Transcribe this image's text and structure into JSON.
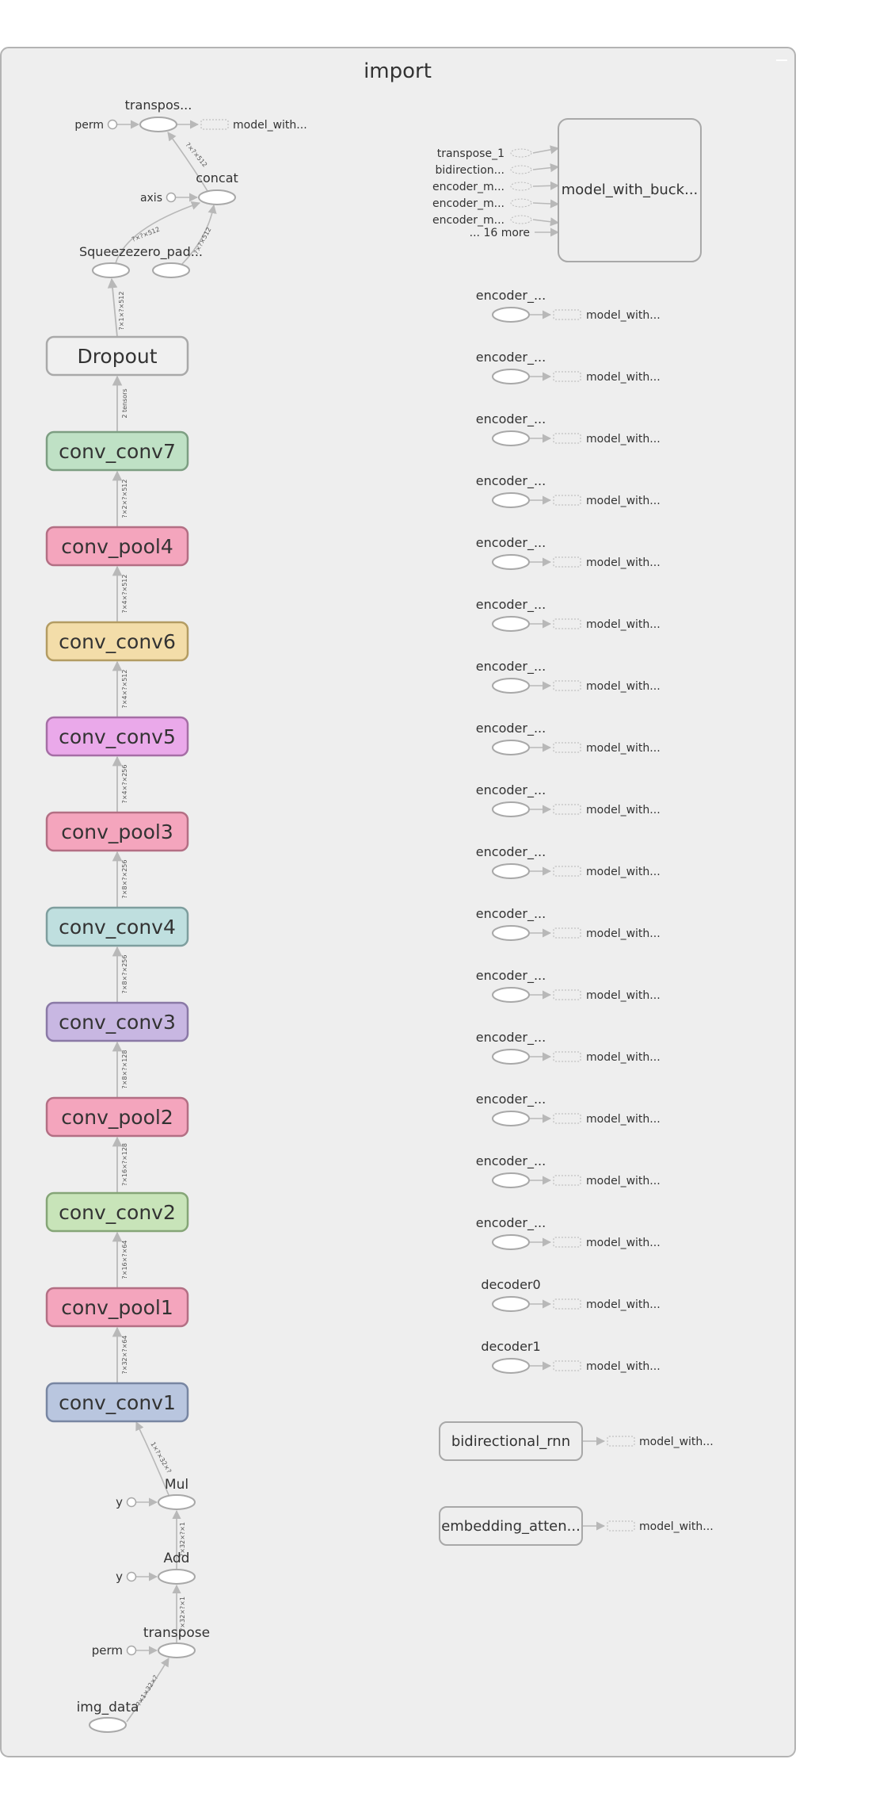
{
  "title": "import",
  "colors": {
    "canvas": "#eeeeee",
    "border": "#b3b3b3",
    "edge": "#b8b8b8",
    "text": "#333333"
  },
  "conv_stack": [
    {
      "label": "Dropout",
      "fill": "#f0f0f0",
      "stroke": "#a9a9a9"
    },
    {
      "label": "conv_conv7",
      "fill": "#bfe1c5",
      "stroke": "#7d9e82"
    },
    {
      "label": "conv_pool4",
      "fill": "#f4a5bd",
      "stroke": "#b36f84"
    },
    {
      "label": "conv_conv6",
      "fill": "#f3dda9",
      "stroke": "#b39c63"
    },
    {
      "label": "conv_conv5",
      "fill": "#eaa9ea",
      "stroke": "#a56ea5"
    },
    {
      "label": "conv_pool3",
      "fill": "#f4a5bd",
      "stroke": "#b36f84"
    },
    {
      "label": "conv_conv4",
      "fill": "#bfdfdf",
      "stroke": "#7e9e9e"
    },
    {
      "label": "conv_conv3",
      "fill": "#c8b7e2",
      "stroke": "#8a79a6"
    },
    {
      "label": "conv_pool2",
      "fill": "#f4a5bd",
      "stroke": "#b36f84"
    },
    {
      "label": "conv_conv2",
      "fill": "#c8e4b9",
      "stroke": "#85a577"
    },
    {
      "label": "conv_pool1",
      "fill": "#f4a5bd",
      "stroke": "#b36f84"
    },
    {
      "label": "conv_conv1",
      "fill": "#b9c6df",
      "stroke": "#7886a2"
    }
  ],
  "stack_edges": [
    "2 tensors",
    "?×2×?×512",
    "?×4×?×512",
    "?×4×?×512",
    "?×4×?×256",
    "?×8×?×256",
    "?×8×?×256",
    "?×8×?×128",
    "?×16×?×128",
    "?×16×?×64",
    "?×32×?×64"
  ],
  "top_nodes": {
    "transpose_label": "transpos...",
    "perm_label": "perm",
    "model_with_label": "model_with...",
    "concat_label": "concat",
    "axis_label": "axis",
    "squeeze_label": "Squeeze",
    "zero_pad_label": "zero_pad...",
    "edge_dropout_squeeze": "?×1×?×512",
    "edge_squeeze_concat": "?×?×512",
    "edge_pad_concat": "?×?×512",
    "edge_concat_transpose": "?×?×512"
  },
  "bottom_nodes": {
    "mul_label": "Mul",
    "mul_y": "y",
    "add_label": "Add",
    "add_y": "y",
    "transpose_label": "transpose",
    "perm_label": "perm",
    "img_label": "img_data",
    "edge_mul_conv1": "1×?×32×?",
    "edge_add_mul": "?×32×?×1",
    "edge_transpose_add": "?×32×?×1",
    "edge_img_transpose": "?×1×32×?"
  },
  "bucket": {
    "label": "model_with_buck...",
    "inputs": [
      "transpose_1",
      "bidirection...",
      "encoder_m...",
      "encoder_m...",
      "encoder_m..."
    ],
    "more": "... 16 more"
  },
  "placeholders": [
    {
      "label": "encoder_...",
      "out": "model_with..."
    },
    {
      "label": "encoder_...",
      "out": "model_with..."
    },
    {
      "label": "encoder_...",
      "out": "model_with..."
    },
    {
      "label": "encoder_...",
      "out": "model_with..."
    },
    {
      "label": "encoder_...",
      "out": "model_with..."
    },
    {
      "label": "encoder_...",
      "out": "model_with..."
    },
    {
      "label": "encoder_...",
      "out": "model_with..."
    },
    {
      "label": "encoder_...",
      "out": "model_with..."
    },
    {
      "label": "encoder_...",
      "out": "model_with..."
    },
    {
      "label": "encoder_...",
      "out": "model_with..."
    },
    {
      "label": "encoder_...",
      "out": "model_with..."
    },
    {
      "label": "encoder_...",
      "out": "model_with..."
    },
    {
      "label": "encoder_...",
      "out": "model_with..."
    },
    {
      "label": "encoder_...",
      "out": "model_with..."
    },
    {
      "label": "encoder_...",
      "out": "model_with..."
    },
    {
      "label": "encoder_...",
      "out": "model_with..."
    },
    {
      "label": "decoder0",
      "out": "model_with..."
    },
    {
      "label": "decoder1",
      "out": "model_with..."
    }
  ],
  "side_groups": [
    {
      "label": "bidirectional_rnn",
      "out": "model_with..."
    },
    {
      "label": "embedding_atten...",
      "out": "model_with..."
    }
  ]
}
